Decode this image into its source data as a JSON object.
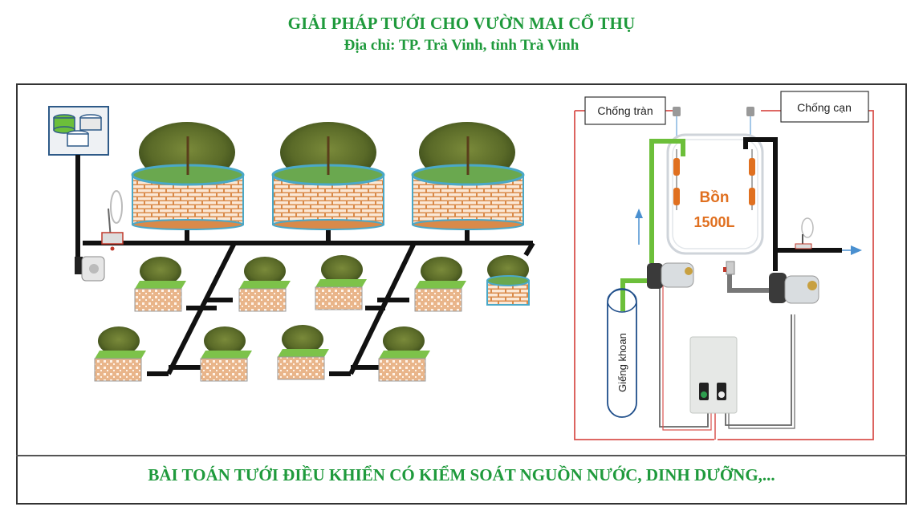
{
  "header": {
    "title": "GIẢI PHÁP TƯỚI CHO VƯỜN MAI CỔ THỤ",
    "address": "Địa chỉ: TP. Trà Vinh, tỉnh Trà Vinh"
  },
  "footer": {
    "caption": "BÀI TOÁN TƯỚI ĐIỀU KHIỂN CÓ KIỂM SOÁT NGUỒN NƯỚC, DINH DƯỠNG,..."
  },
  "control_diagram": {
    "overflow_sensor_label": "Chống tràn",
    "dryrun_sensor_label": "Chống cạn",
    "tank_label": "Bồn",
    "tank_capacity": "1500L",
    "well_label": "Giếng khoan"
  },
  "icons": {
    "fertilizer_tanks": "tank-cluster-icon",
    "pump": "pump-icon",
    "valve": "valve-icon",
    "control_box": "control-box-icon"
  },
  "colors": {
    "title_green": "#1f9a3c",
    "pipe_green": "#6cbf3a",
    "pipe_black": "#111111",
    "wire_red": "#d9534f",
    "tank_orange": "#e07020",
    "arrow_blue": "#4a90d0"
  }
}
